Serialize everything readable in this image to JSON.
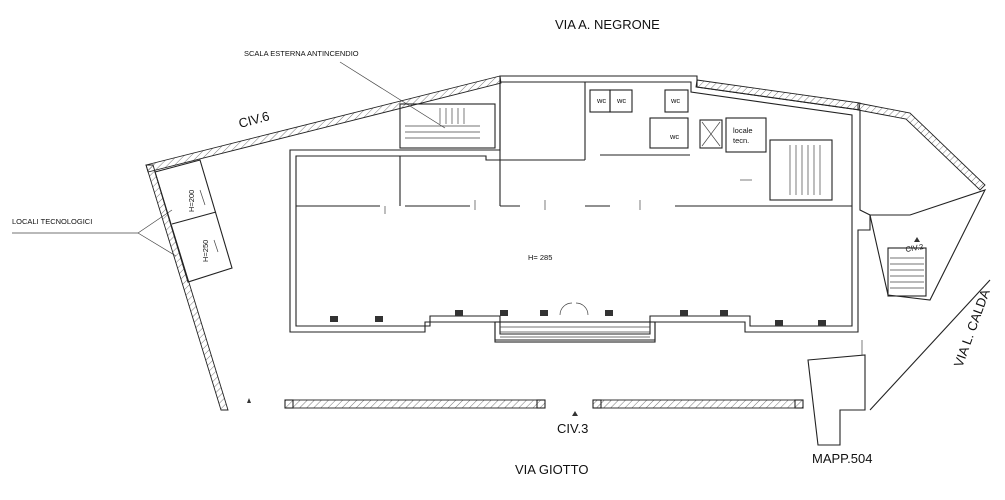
{
  "streets": {
    "north": "VIA A. NEGRONE",
    "south": "VIA GIOTTO",
    "east": "VIA L. CALDA"
  },
  "civic_numbers": {
    "civ6": "CIV.6",
    "civ3": "CIV.3",
    "civ2": "CIV.2"
  },
  "annotations": {
    "fire_stair": "SCALA ESTERNA ANTINCENDIO",
    "tech_rooms": "LOCALI TECNOLOGICI",
    "main_height": "H= 285",
    "h200": "H=200",
    "h250": "H=250",
    "parcel": "MAPP.504"
  },
  "rooms": {
    "wc1": "wc",
    "wc2": "wc",
    "wc3": "wc",
    "wc4": "wc",
    "tech_room_line1": "locale",
    "tech_room_line2": "tecn."
  }
}
